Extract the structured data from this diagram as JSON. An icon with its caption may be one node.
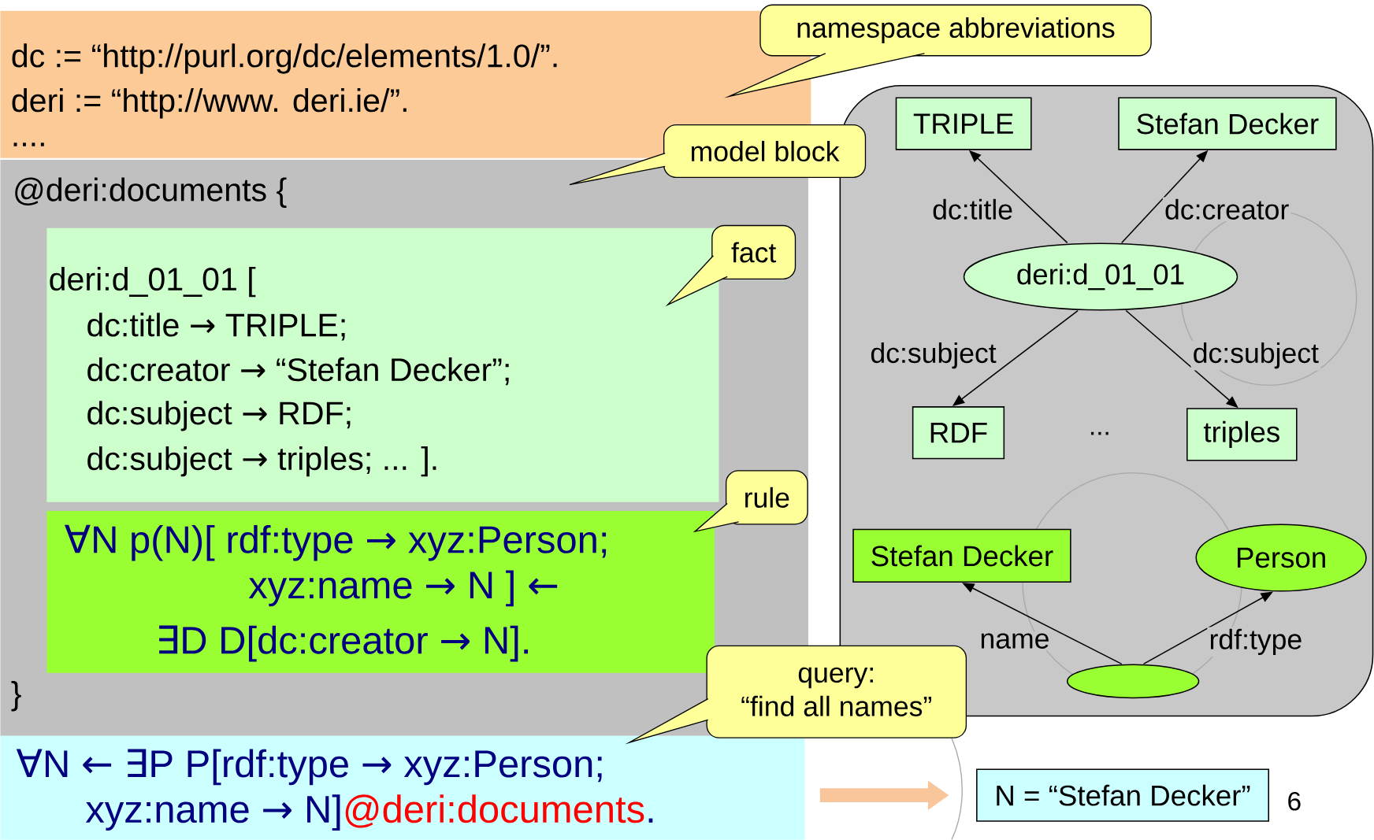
{
  "diagram": {
    "nodes": [
      {
        "text": [
          "dc := “http://purl.org/dc/elements/1.0/”.",
          "deri := “http://www. deri.ie/”.",
          "...."
        ]
      },
      {
        "text": [
          "@deri:documents {",
          "}"
        ]
      },
      {
        "text": [
          "deri:d_01_01 [",
          "dc:title → TRIPLE;",
          "dc:creator → “Stefan Decker”;",
          "dc:subject → RDF;",
          "dc:subject → triples; ... ]."
        ],
        "in": 1
      },
      {
        "text": [
          "∀N p(N)[ rdf:type → xyz:Person;",
          "xyz:name → N ] ←",
          "∃D D[dc:creator → N]."
        ],
        "in": 1
      },
      {
        "text": [
          "∀N ← ∃P P[rdf:type → xyz:Person;",
          "xyz:name → N]",
          "@deri:documents",
          "."
        ]
      },
      {
        "text": [
          "namespace abbreviations"
        ]
      },
      {
        "text": [
          "model block"
        ]
      },
      {
        "text": [
          "fact"
        ],
        "in": 1
      },
      {
        "text": [
          "rule"
        ],
        "in": 1
      },
      {
        "text": [
          "query:",
          "“find all names”"
        ]
      },
      {
        "text": [],
        "shape": "box"
      },
      {
        "text": [
          "TRIPLE"
        ],
        "in": 10
      },
      {
        "text": [
          "Stefan Decker"
        ],
        "in": 10
      },
      {
        "text": [
          "deri:d_01_01"
        ],
        "in": 10
      },
      {
        "text": [
          "RDF"
        ],
        "in": 10
      },
      {
        "text": [
          "triples"
        ],
        "in": 10
      },
      {
        "text": [
          "Stefan Decker"
        ],
        "in": 10
      },
      {
        "text": [
          "Person"
        ],
        "in": 10
      },
      {
        "text": [],
        "shape": "ellipse",
        "in": 10
      },
      {
        "text": [
          "N = “Stefan Decker”"
        ]
      }
    ],
    "edges": [
      {
        "from": 13,
        "to": 11,
        "arrow": "to",
        "label": "dc:title"
      },
      {
        "from": 13,
        "to": 12,
        "arrow": "to",
        "label": "dc:creator"
      },
      {
        "from": 13,
        "to": 14,
        "arrow": "to",
        "label": "dc:subject"
      },
      {
        "from": 13,
        "to": 15,
        "arrow": "to",
        "label": "dc:subject"
      },
      {
        "from": 18,
        "to": 16,
        "arrow": "to",
        "label": "name"
      },
      {
        "from": 18,
        "to": 17,
        "arrow": "to",
        "label": "rdf:type"
      },
      {
        "from": 4,
        "to": 19,
        "arrow": "to",
        "style": "thick",
        "color": "#f9c59b"
      }
    ],
    "labels": [
      "...",
      "6"
    ]
  }
}
